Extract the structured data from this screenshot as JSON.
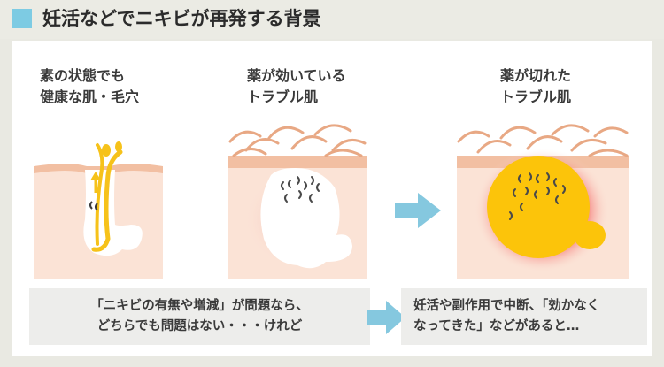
{
  "header": {
    "title": "妊活などでニキビが再発する背景",
    "accent_color": "#7dcbe3"
  },
  "stages": [
    {
      "caption_line1": "素の状態でも",
      "caption_line2": "健康な肌・毛穴"
    },
    {
      "caption_line1": "薬が効いている",
      "caption_line2": "トラブル肌"
    },
    {
      "caption_line1": "薬が切れた",
      "caption_line2": "トラブル肌"
    }
  ],
  "notes": {
    "left_line1": "「ニキビの有無や増減」が問題なら、",
    "left_line2": "どちらでも問題はない・・・けれど",
    "right_line1": "妊活や副作用で中断、「効かなく",
    "right_line2": "なってきた」などがあると…"
  },
  "colors": {
    "skin": "#fbe3d6",
    "skin_surface": "#f2bfa2",
    "hair": "#e8a884",
    "sebum": "#f6c21a",
    "arrow": "#85c8df",
    "inflammation": "#f21e1e",
    "note_bg": "#ededeb"
  },
  "icons": [
    "hair-strand-icon",
    "sebum-drop-icon",
    "up-arrow-icon",
    "right-arrow-icon"
  ]
}
